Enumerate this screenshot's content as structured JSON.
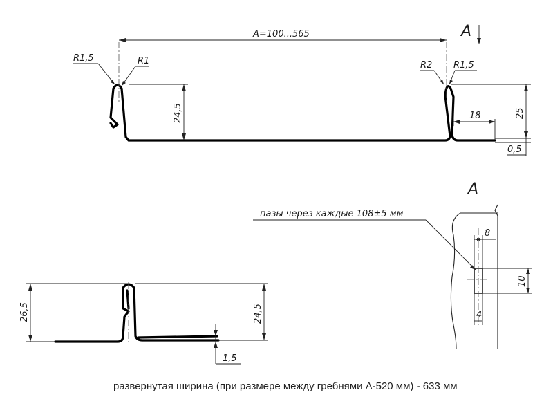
{
  "views": {
    "view_label": "A",
    "view_arrow_label": "A"
  },
  "top_profile": {
    "dim_width": "A=100...565",
    "radius_left_outer": "R1,5",
    "radius_left_inner": "R1",
    "radius_right_inner": "R2",
    "radius_right_outer": "R1,5",
    "height_left": "24,5",
    "height_right": "25",
    "flange": "18",
    "thickness": "0,5"
  },
  "seam_detail": {
    "height_outer": "26,5",
    "height_inner": "24,5",
    "offset": "1,5"
  },
  "slot_detail": {
    "note": "пазы через каждые 108±5 мм",
    "slot_width": "8",
    "slot_height": "10",
    "slot_offset": "4"
  },
  "caption": "развернутая ширина (при размере между гребнями А-520 мм) - 633 мм"
}
